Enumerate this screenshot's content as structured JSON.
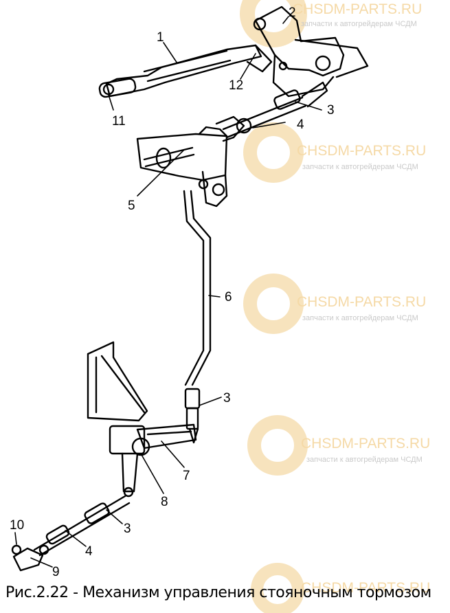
{
  "watermark": {
    "title": "CHSDM-PARTS.RU",
    "subtitle": "запчасти к автогрейдерам ЧСДМ"
  },
  "callouts": [
    {
      "label": "1",
      "part": "lever"
    },
    {
      "label": "2",
      "part": "bracket"
    },
    {
      "label": "12",
      "part": "pawl"
    },
    {
      "label": "3",
      "part": "coupling-upper"
    },
    {
      "label": "11",
      "part": "handle"
    },
    {
      "label": "4",
      "part": "rod-upper"
    },
    {
      "label": "5",
      "part": "bellcrank"
    },
    {
      "label": "6",
      "part": "long-rod"
    },
    {
      "label": "3",
      "part": "coupling-middle"
    },
    {
      "label": "7",
      "part": "arm"
    },
    {
      "label": "8",
      "part": "lower-lever"
    },
    {
      "label": "3",
      "part": "coupling-lower"
    },
    {
      "label": "10",
      "part": "pin"
    },
    {
      "label": "4",
      "part": "rod-lower"
    },
    {
      "label": "9",
      "part": "fork"
    }
  ],
  "caption": "Рис.2.22 - Механизм управления стояночным тормозом"
}
